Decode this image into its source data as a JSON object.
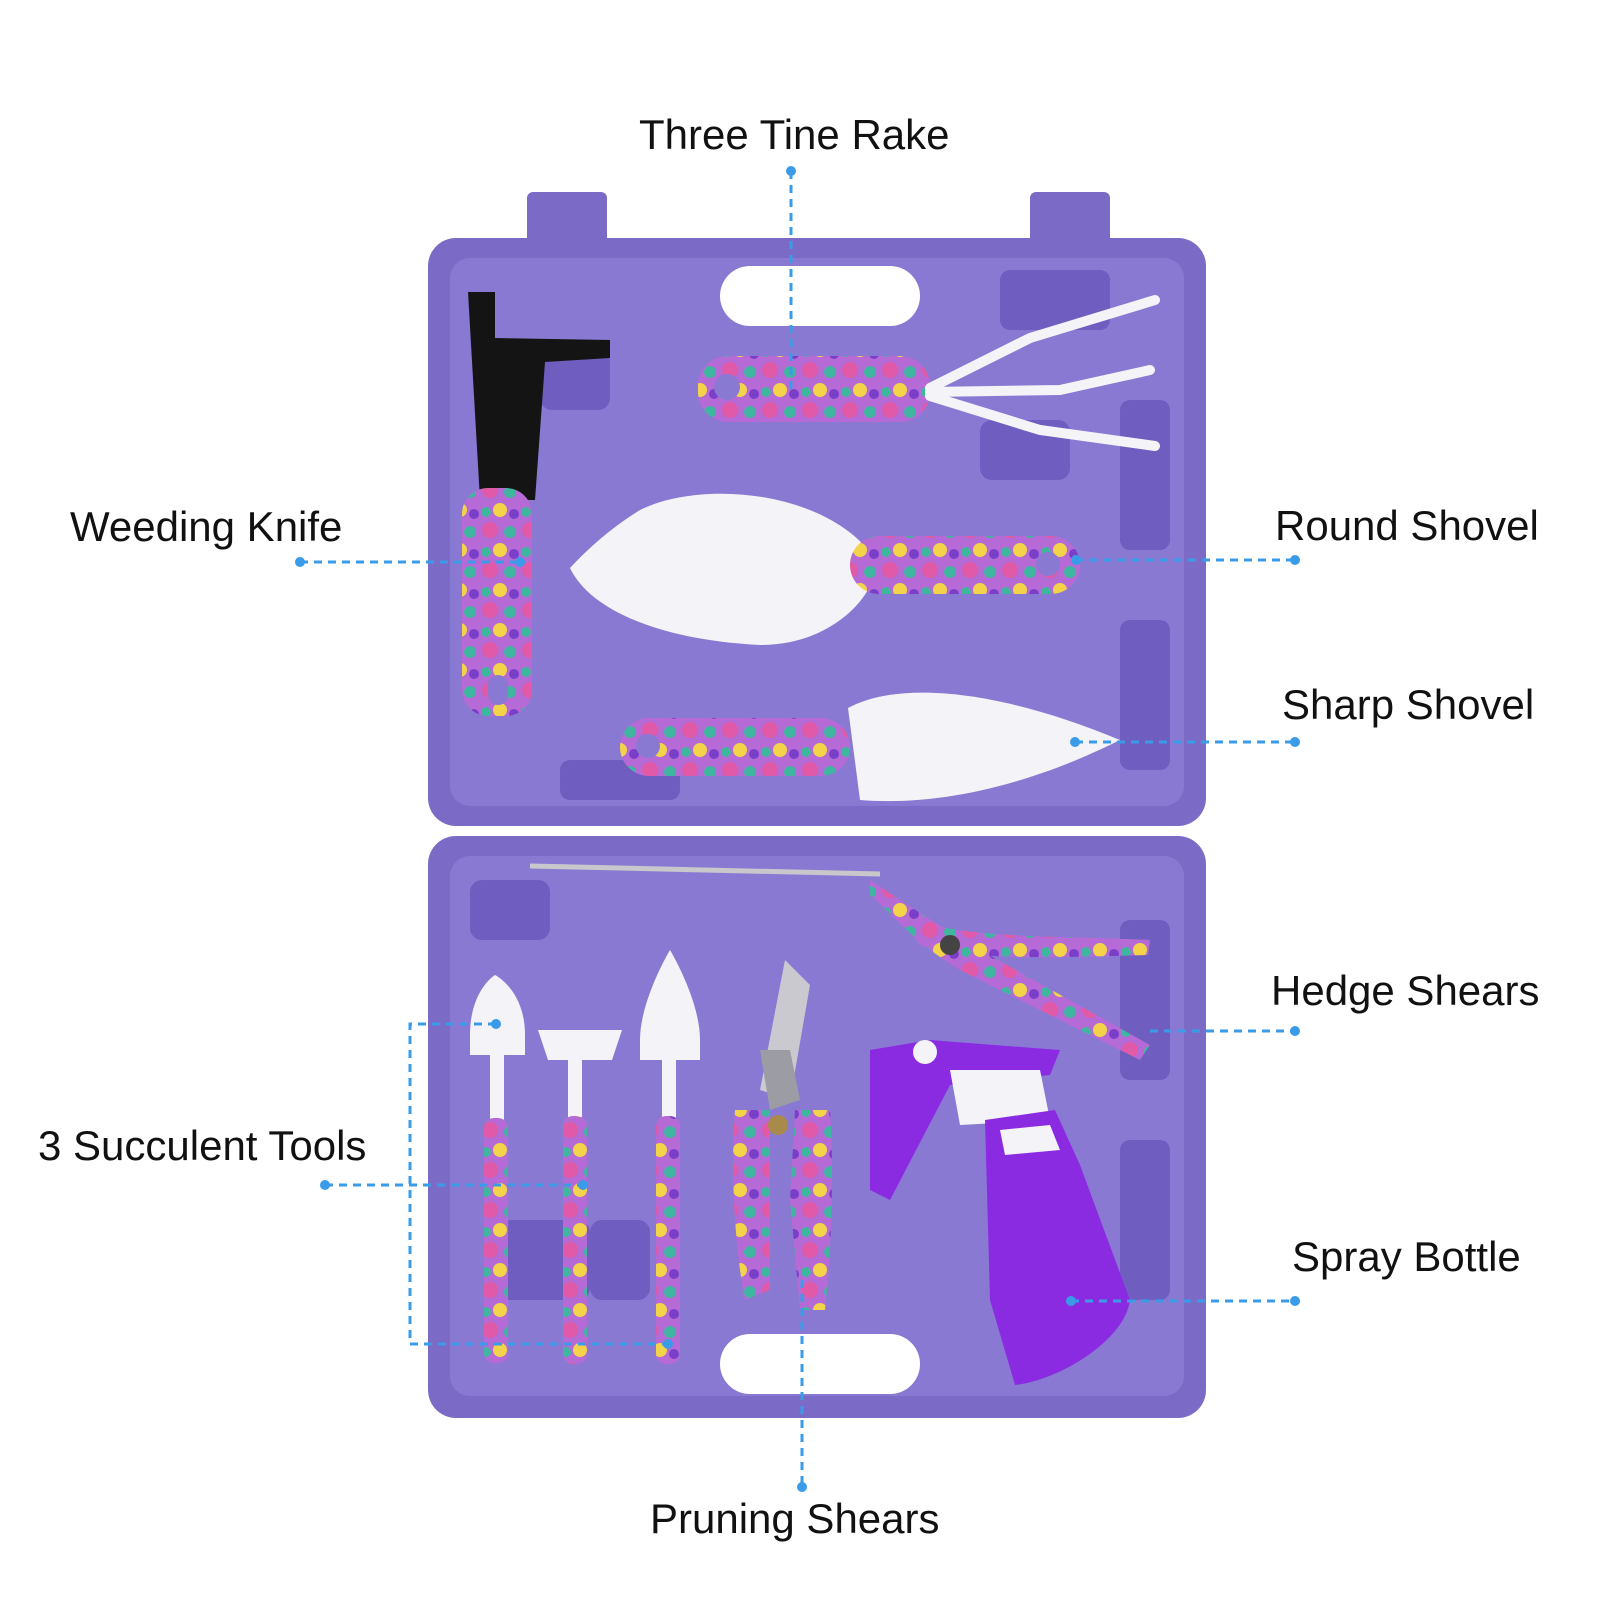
{
  "colors": {
    "case_purple": "#7c6bc6",
    "case_purple_dark": "#5b4aa8",
    "case_purple_light": "#9887d9",
    "callout_blue": "#3a9be8",
    "tool_white": "#f4f4f8",
    "blade_black": "#141414",
    "bottle_purple": "#8a2be2",
    "floral_pink": "#e05aa8",
    "floral_teal": "#3fb6a0",
    "floral_yellow": "#f3d34a"
  },
  "callouts": {
    "three_tine_rake": "Three Tine Rake",
    "weeding_knife": "Weeding Knife",
    "round_shovel": "Round Shovel",
    "sharp_shovel": "Sharp Shovel",
    "hedge_shears": "Hedge Shears",
    "succulent_tools": "3 Succulent Tools",
    "spray_bottle": "Spray Bottle",
    "pruning_shears": "Pruning Shears"
  }
}
